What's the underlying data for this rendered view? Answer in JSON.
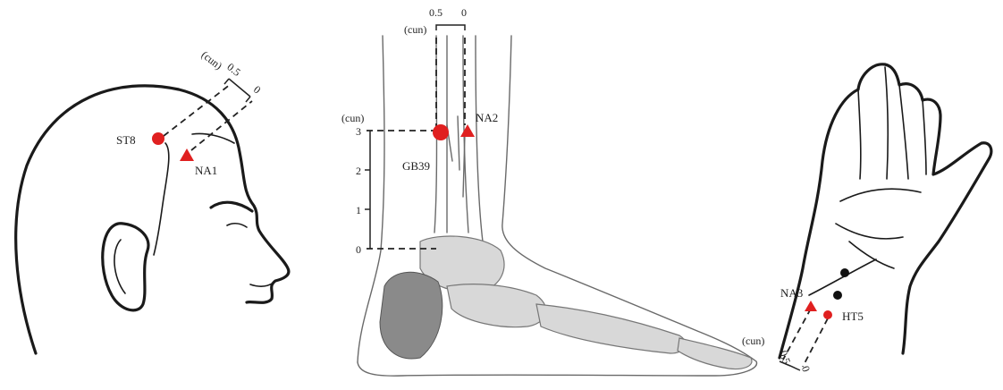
{
  "colors": {
    "acupoint": "#e02020",
    "ink": "#1a1a1a",
    "extra_point": "#111111"
  },
  "head": {
    "unit_label": "(cun)",
    "scale_a": "0.5",
    "scale_b": "0",
    "point_circle": "ST8",
    "point_triangle": "NA1"
  },
  "ankle": {
    "unit_top": "(cun)",
    "scale_top_a": "0.5",
    "scale_top_b": "0",
    "unit_left": "(cun)",
    "ticks": [
      "3",
      "2",
      "1",
      "0"
    ],
    "point_circle": "GB39",
    "point_triangle": "NA2"
  },
  "hand": {
    "unit_label": "(cun)",
    "scale_a": "0.5",
    "scale_b": "0",
    "point_circle": "HT5",
    "point_triangle": "NA3"
  }
}
